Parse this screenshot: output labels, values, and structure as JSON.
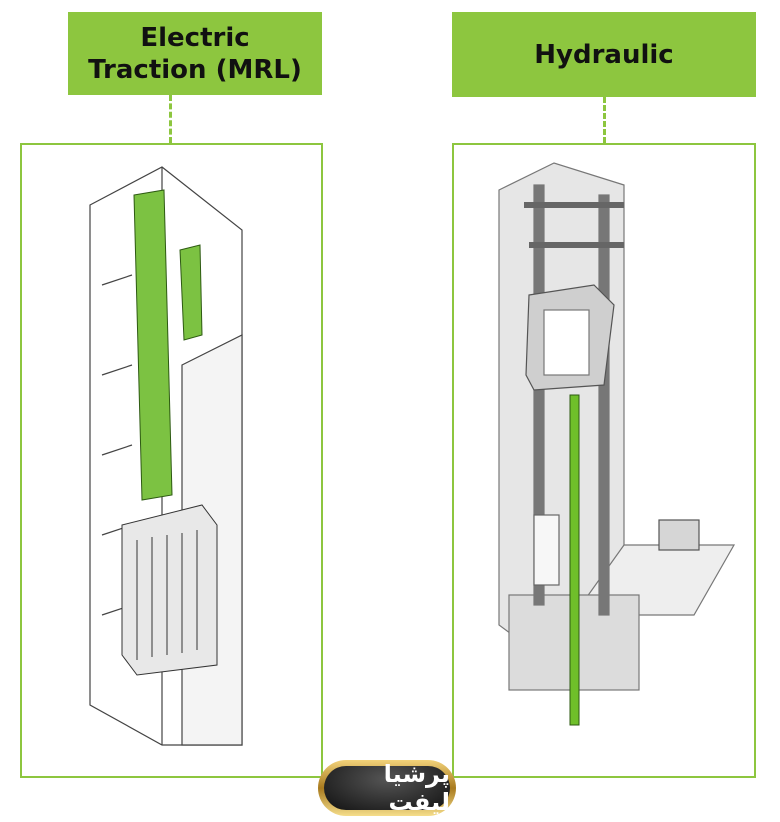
{
  "left": {
    "title_line1": "Electric",
    "title_line2": "Traction (MRL)"
  },
  "right": {
    "title": "Hydraulic"
  },
  "logo": {
    "text": "پرشیا لیفت"
  },
  "colors": {
    "accent": "#8dc63f",
    "component": "#6fbf2a",
    "shaft": "#d9d9d9"
  }
}
